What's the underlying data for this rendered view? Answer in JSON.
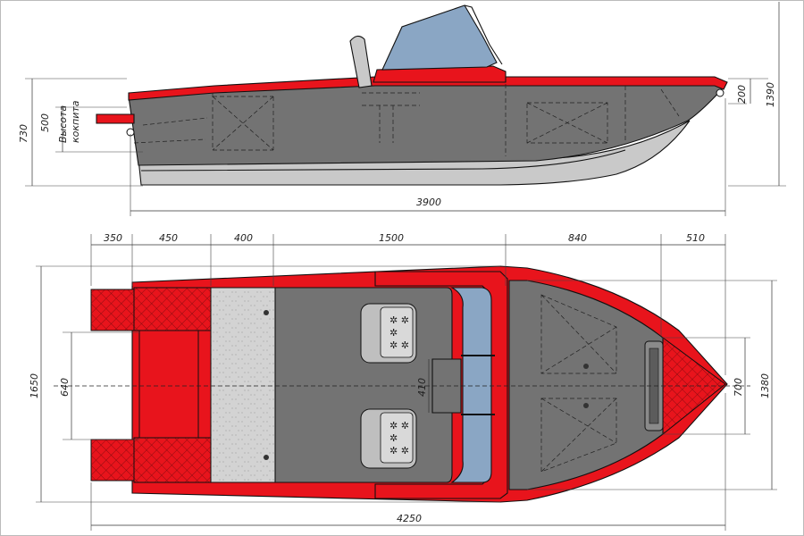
{
  "colors": {
    "hull_red": "#e8141c",
    "deck_grey": "#737373",
    "hull_light": "#c9c9c9",
    "windscreen_blue": "#8aa6c4",
    "floor_light": "#d3d3d3"
  },
  "side_view": {
    "dims": {
      "overall_height": "730",
      "cockpit_height": "500",
      "cockpit_label_line1": "Высота",
      "cockpit_label_line2": "кокпита",
      "freeboard_bow": "200",
      "total_height": "1390",
      "length": "3900"
    }
  },
  "top_view": {
    "dims": {
      "seg1": "350",
      "seg2": "450",
      "seg3": "400",
      "seg4": "1500",
      "seg5": "840",
      "seg6": "510",
      "beam": "1650",
      "transom_inner": "640",
      "passage": "410",
      "bow_inner": "700",
      "bow_beam": "1380",
      "overall_length": "4250"
    }
  }
}
